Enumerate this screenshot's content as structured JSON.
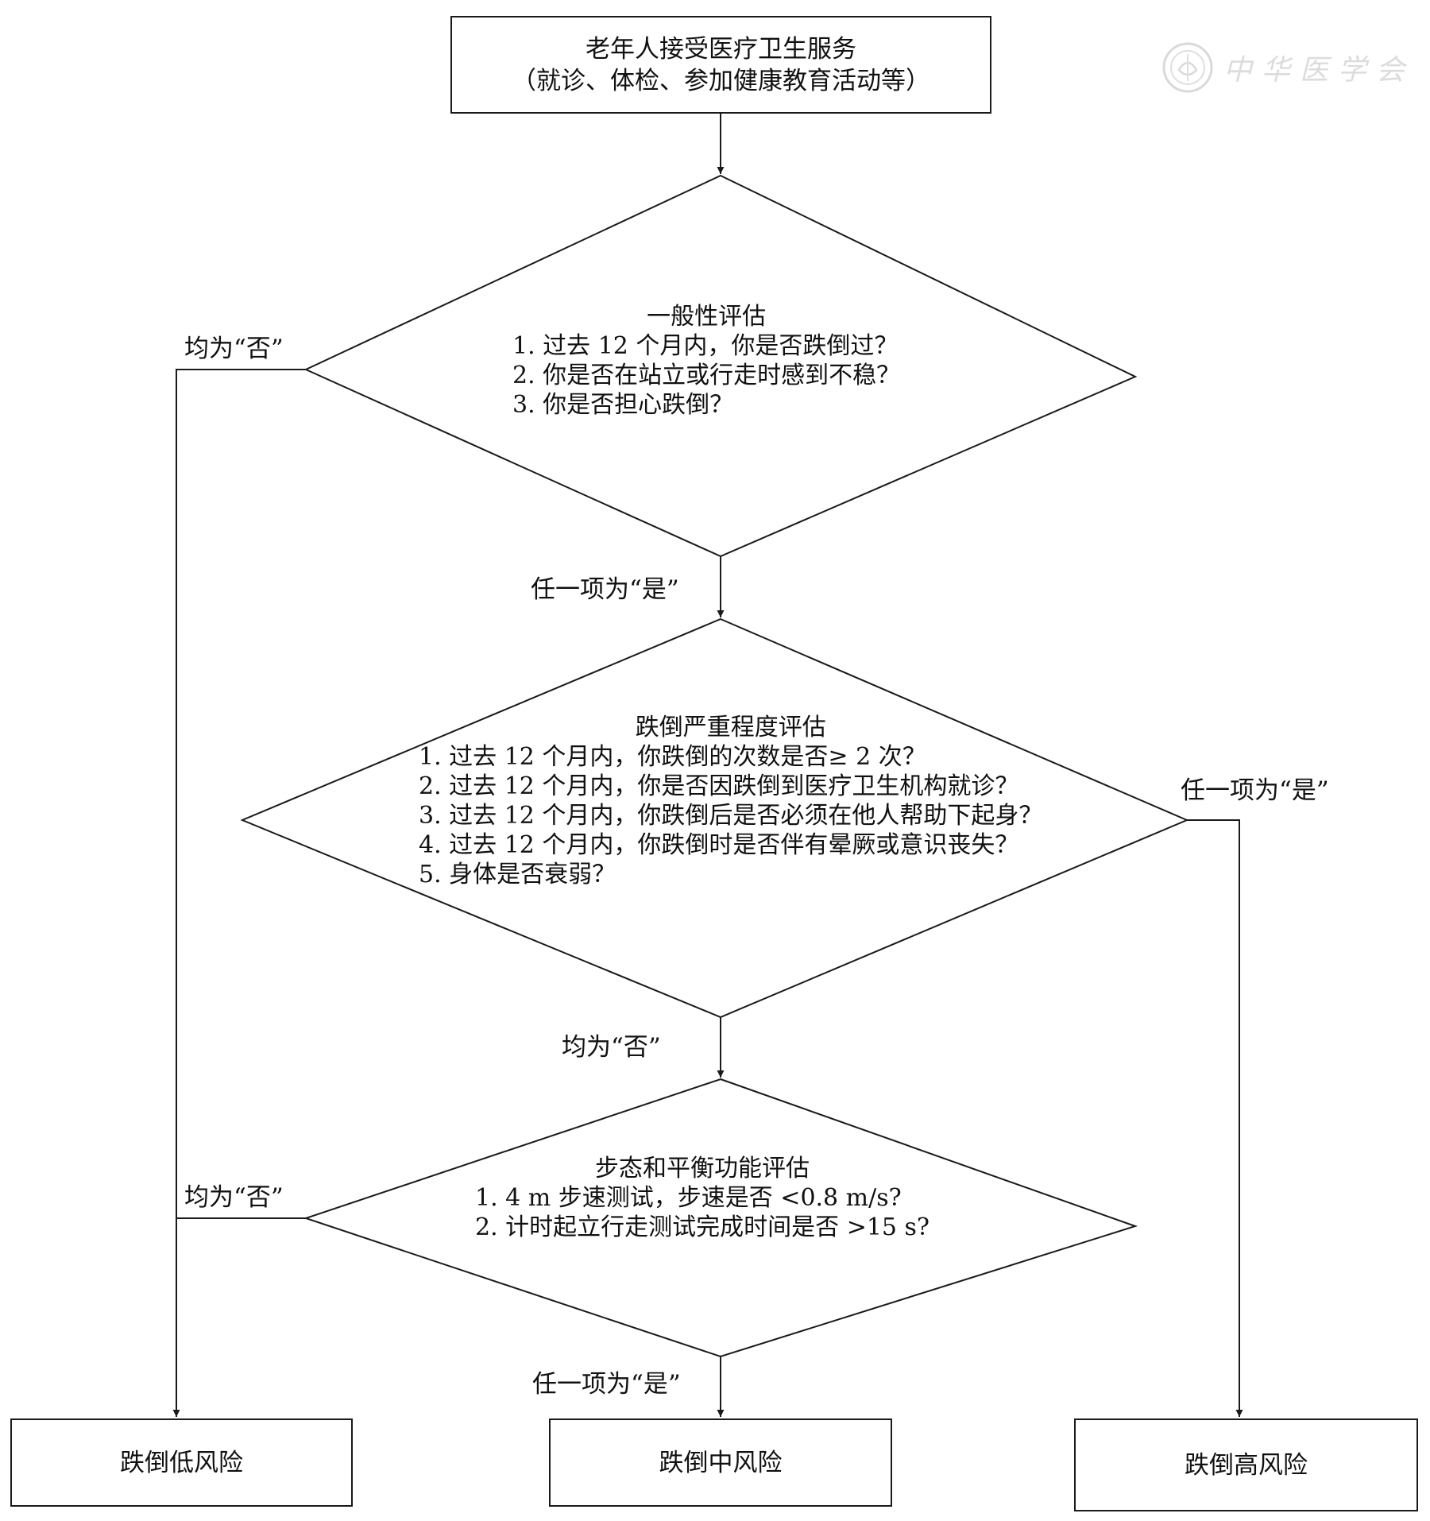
{
  "start": {
    "line1": "老年人接受医疗卫生服务",
    "line2": "（就诊、体检、参加健康教育活动等）"
  },
  "d1": {
    "title": "一般性评估",
    "items": [
      "1. 过去 12 个月内，你是否跌倒过？",
      "2. 你是否在站立或行走时感到不稳？",
      "3. 你是否担心跌倒？"
    ]
  },
  "d2": {
    "title": "跌倒严重程度评估",
    "items": [
      "1. 过去 12 个月内，你跌倒的次数是否≥ 2 次？",
      "2. 过去 12 个月内，你是否因跌倒到医疗卫生机构就诊？",
      "3. 过去 12 个月内，你跌倒后是否必须在他人帮助下起身？",
      "4. 过去 12 个月内，你跌倒时是否伴有晕厥或意识丧失？",
      "5. 身体是否衰弱？"
    ]
  },
  "d3": {
    "title": "步态和平衡功能评估",
    "items": [
      "1. 4 m 步速测试，步速是否 <0.8 m/s?",
      "2. 计时起立行走测试完成时间是否 >15 s?"
    ]
  },
  "labels": {
    "d1_no": "均为“否”",
    "d1_yes": "任一项为“是”",
    "d2_yes": "任一项为“是”",
    "d2_no": "均为“否”",
    "d3_no": "均为“否”",
    "d3_yes": "任一项为“是”"
  },
  "outcomes": {
    "low": "跌倒低风险",
    "mid": "跌倒中风险",
    "high": "跌倒高风险"
  },
  "watermark": {
    "text": "中华医学会"
  }
}
